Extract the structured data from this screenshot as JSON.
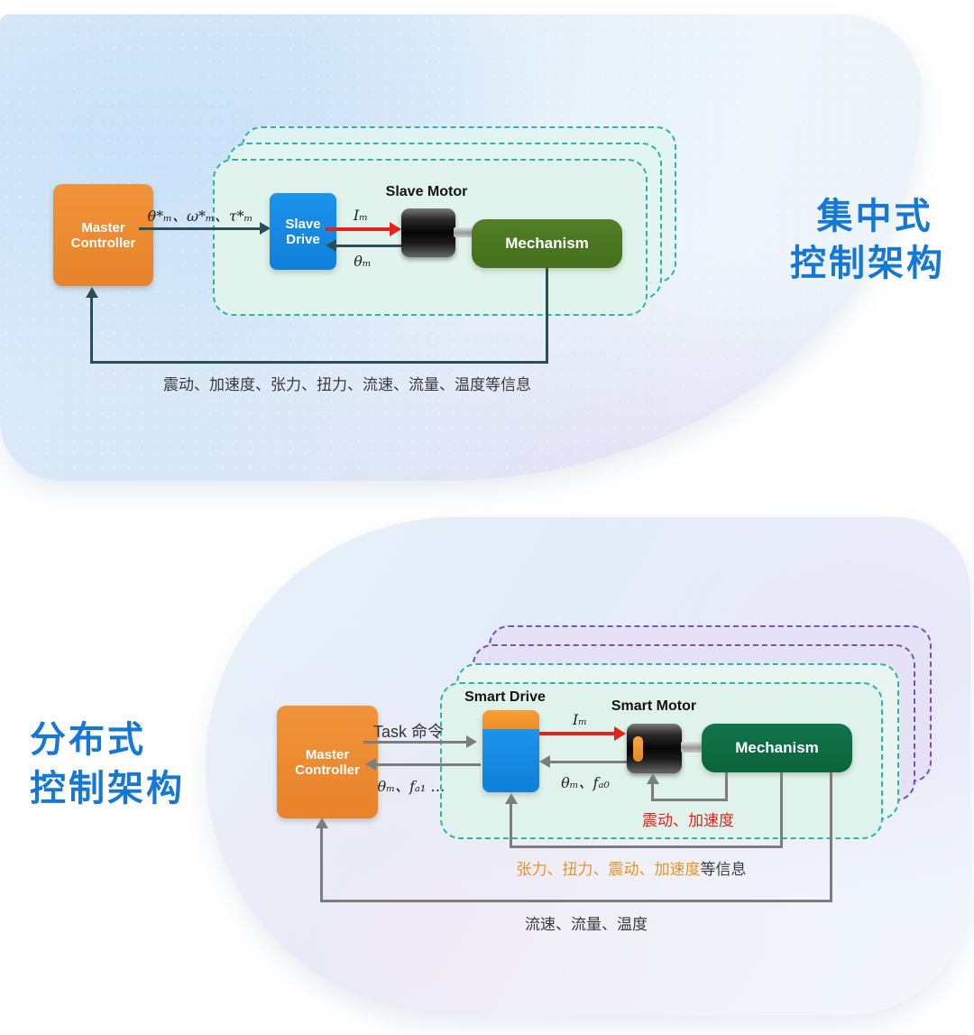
{
  "colors": {
    "title_blue": "#1778d3",
    "orange_box": "#ec8a2c",
    "blue_box": "#1789e2",
    "olive_mechanism": "#4b7722",
    "green_mechanism": "#0e6b41",
    "teal_dashed": "#2fb3a3",
    "purple_dashed": "#7156b4",
    "dark_arrow": "#2c4e57",
    "gray_arrow": "#7d7d7d",
    "red_arrow": "#e3231a",
    "orange_text": "#e8922a"
  },
  "centralized": {
    "title_line1": "集中式",
    "title_line2": "控制架构",
    "master_controller": "Master Controller",
    "cmd_label": "θ*ₘ、ω*ₘ、τ*ₘ",
    "slave_drive": "Slave Drive",
    "slave_motor": "Slave Motor",
    "current_label": "Iₘ",
    "angle_label": "θₘ",
    "mechanism": "Mechanism",
    "feedback_label": "震动、加速度、张力、扭力、流速、流量、温度等信息"
  },
  "distributed": {
    "title_line1": "分布式",
    "title_line2": "控制架构",
    "master_controller": "Master Controller",
    "task_label": "Task 命令",
    "mc_return_label": "θₘ、fₐ₁ …",
    "smart_drive": "Smart Drive",
    "current_label": "Iₘ",
    "drive_return_label": "θₘ、fₐ₀",
    "smart_motor": "Smart Motor",
    "mechanism": "Mechanism",
    "vibration_label": "震动、加速度",
    "sensor_label_highlight": "张力、扭力、震动、加速度",
    "sensor_label_suffix": "等信息",
    "flow_label": "流速、流量、温度"
  }
}
